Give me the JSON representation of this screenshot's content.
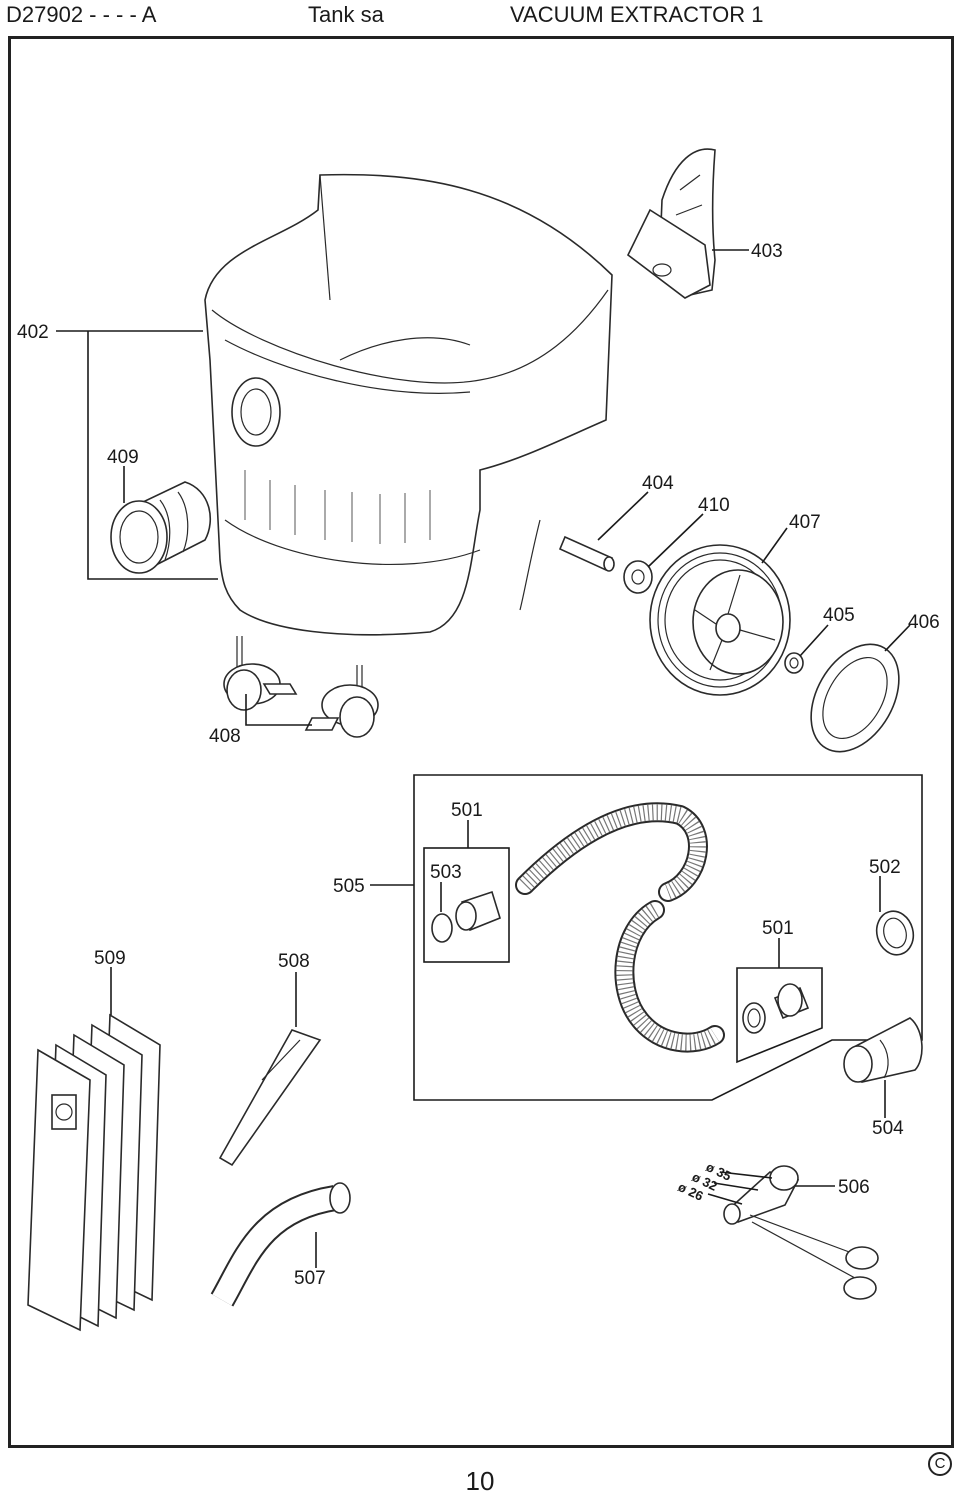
{
  "header": {
    "code": "D27902 - - - - A",
    "name": "Tank sa",
    "title": "VACUUM EXTRACTOR 1"
  },
  "parts": {
    "p402": "402",
    "p403": "403",
    "p409": "409",
    "p404": "404",
    "p410": "410",
    "p407": "407",
    "p405": "405",
    "p406": "406",
    "p408": "408",
    "p501a": "501",
    "p505": "505",
    "p503": "503",
    "p502": "502",
    "p501b": "501",
    "p509": "509",
    "p508": "508",
    "p504": "504",
    "p506": "506",
    "p507": "507"
  },
  "diameters": {
    "d35": "ø 35",
    "d32": "ø 32",
    "d26": "ø 26"
  },
  "footer": {
    "copyright": "C",
    "page": "10"
  }
}
